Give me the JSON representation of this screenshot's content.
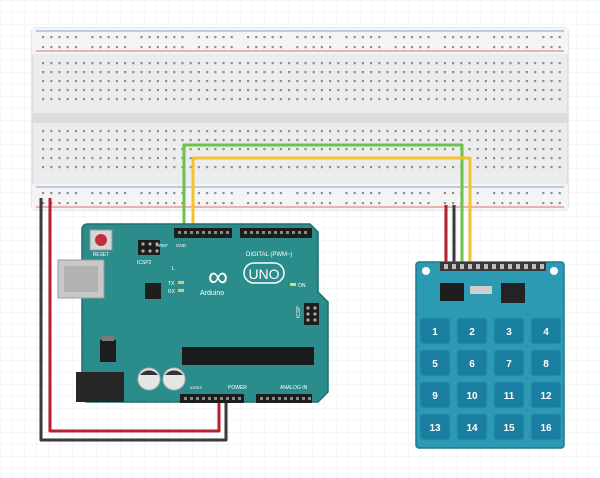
{
  "arduino": {
    "reset_label": "RESET",
    "icsp2_label": "ICSP2",
    "icsp_label": "ICSP",
    "logo_brand": "UNO",
    "logo_sub": "Arduino",
    "logo_mark": "∞",
    "digital_label": "DIGITAL (PWM~)",
    "analog_label": "ANALOG IN",
    "power_label": "POWER",
    "on_label": "ON",
    "l_label": "L",
    "tx_label": "TX",
    "rx_label": "RX",
    "gnd_label": "GND",
    "aref_label": "AREF",
    "ioref_label": "IOREF"
  },
  "keypad": {
    "keys": [
      "1",
      "2",
      "3",
      "4",
      "5",
      "6",
      "7",
      "8",
      "9",
      "10",
      "11",
      "12",
      "13",
      "14",
      "15",
      "16"
    ]
  },
  "wire_colors": {
    "black": "#3a3a3a",
    "red": "#b5202e",
    "green": "#6cc24a",
    "yellow": "#f2c230"
  },
  "colors": {
    "board": "#2b8c8c",
    "keypad": "#2d9ab4",
    "key": "#1a7ea0",
    "breadboard": "#ececec"
  }
}
